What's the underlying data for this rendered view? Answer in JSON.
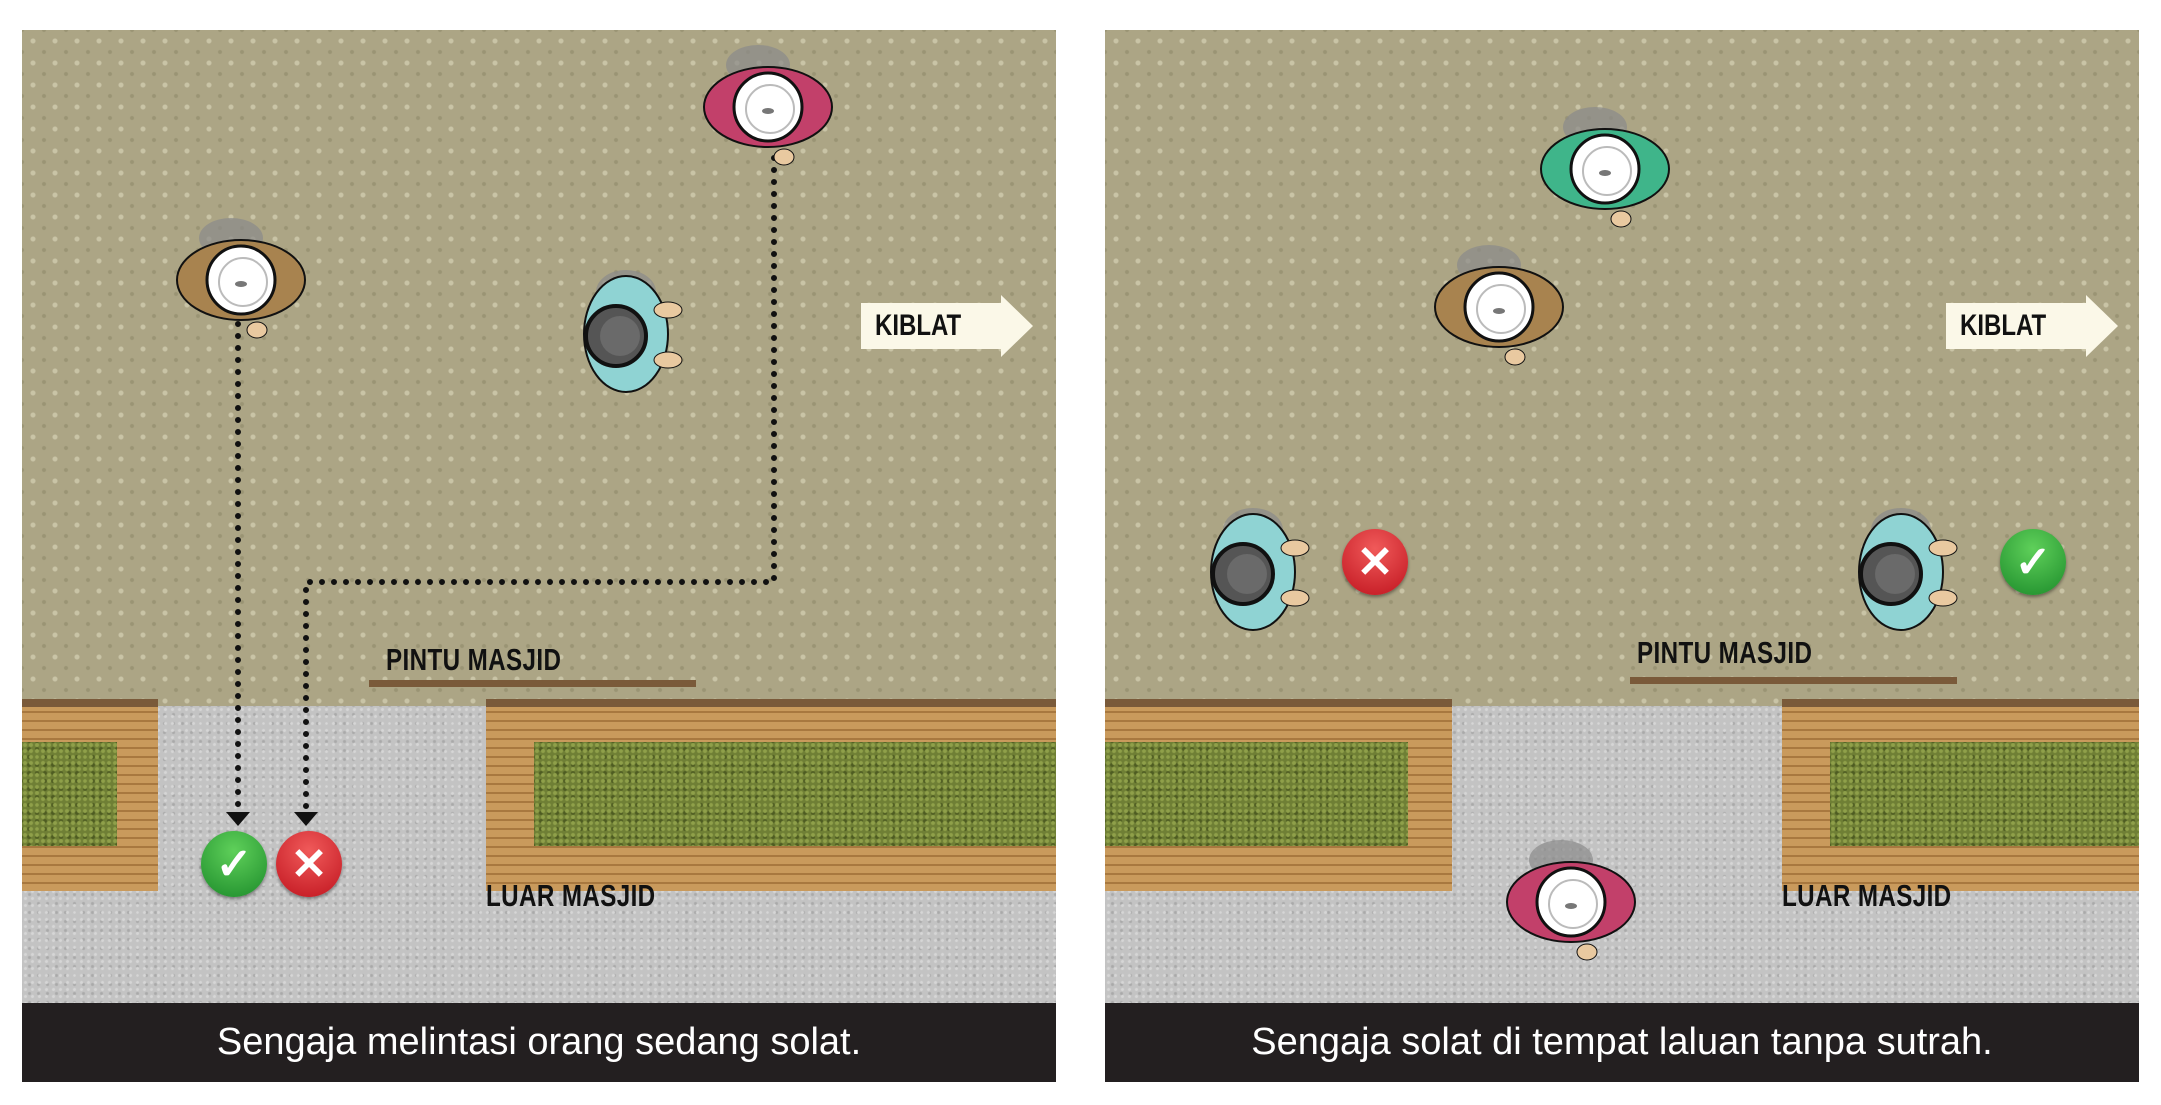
{
  "labels": {
    "kiblat": "KIBLAT",
    "door": "PINTU MASJID",
    "outside": "LUAR MASJID"
  },
  "panels": [
    {
      "caption": "Sengaja melintasi orang sedang solat.",
      "marks": [
        "✓",
        "✕"
      ]
    },
    {
      "caption": "Sengaja solat di tempat laluan tanpa sutrah.",
      "marks": [
        "✕",
        "✓"
      ]
    }
  ],
  "colors": {
    "pink": "#c2406a",
    "brown": "#a8834f",
    "teal": "#8fd3d3",
    "green": "#3fb58a",
    "ok": "#2aa53a",
    "no": "#d91c2a",
    "caption_bg": "#231f20"
  }
}
